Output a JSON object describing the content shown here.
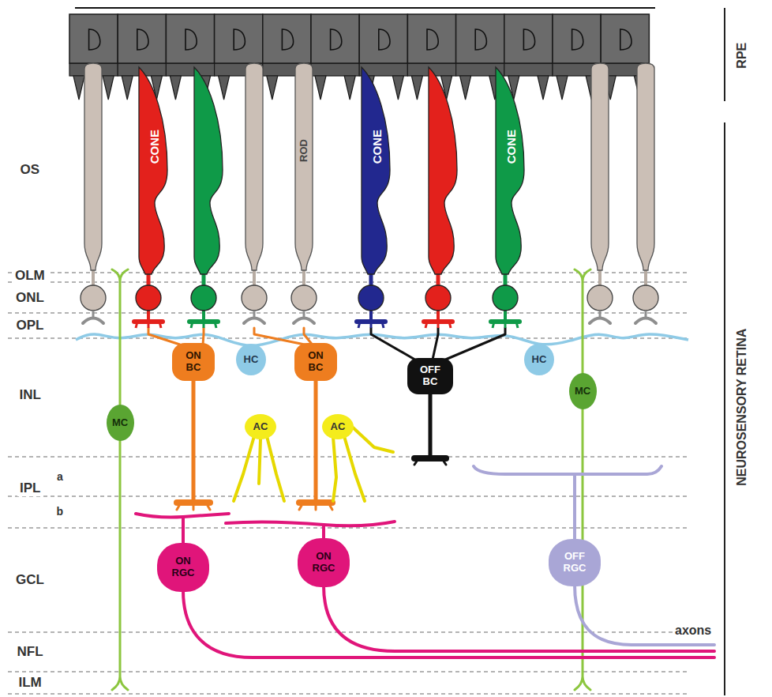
{
  "diagram": {
    "nodes": [
      {
        "text": [
          "CONE"
        ]
      },
      {
        "text": [
          "ROD"
        ]
      },
      {
        "text": [
          "CONE"
        ]
      },
      {
        "text": [
          "CONE"
        ]
      },
      {
        "text": [
          "ON BC"
        ]
      },
      {
        "text": [
          "HC"
        ]
      },
      {
        "text": [
          "ON BC"
        ]
      },
      {
        "text": [
          "OFF BC"
        ]
      },
      {
        "text": [
          "HC"
        ]
      },
      {
        "text": [
          "MC"
        ]
      },
      {
        "text": [
          "AC"
        ]
      },
      {
        "text": [
          "AC"
        ]
      },
      {
        "text": [
          "MC"
        ]
      },
      {
        "text": [
          "ON RGC"
        ]
      },
      {
        "text": [
          "ON RGC"
        ]
      },
      {
        "text": [
          "OFF RGC"
        ]
      }
    ],
    "edges": [
      {
        "from": 4,
        "to": 0,
        "arrow": "none"
      },
      {
        "from": 6,
        "to": 1,
        "arrow": "none"
      },
      {
        "from": 7,
        "to": 2,
        "arrow": "none"
      },
      {
        "from": 7,
        "to": 3,
        "arrow": "none"
      }
    ],
    "labels": [
      "RPE",
      "OS",
      "OLM",
      "ONL",
      "OPL",
      "INL",
      "IPL",
      "a",
      "b",
      "GCL",
      "NFL",
      "ILM",
      "axons",
      "NEUROSENSORY RETINA"
    ]
  }
}
